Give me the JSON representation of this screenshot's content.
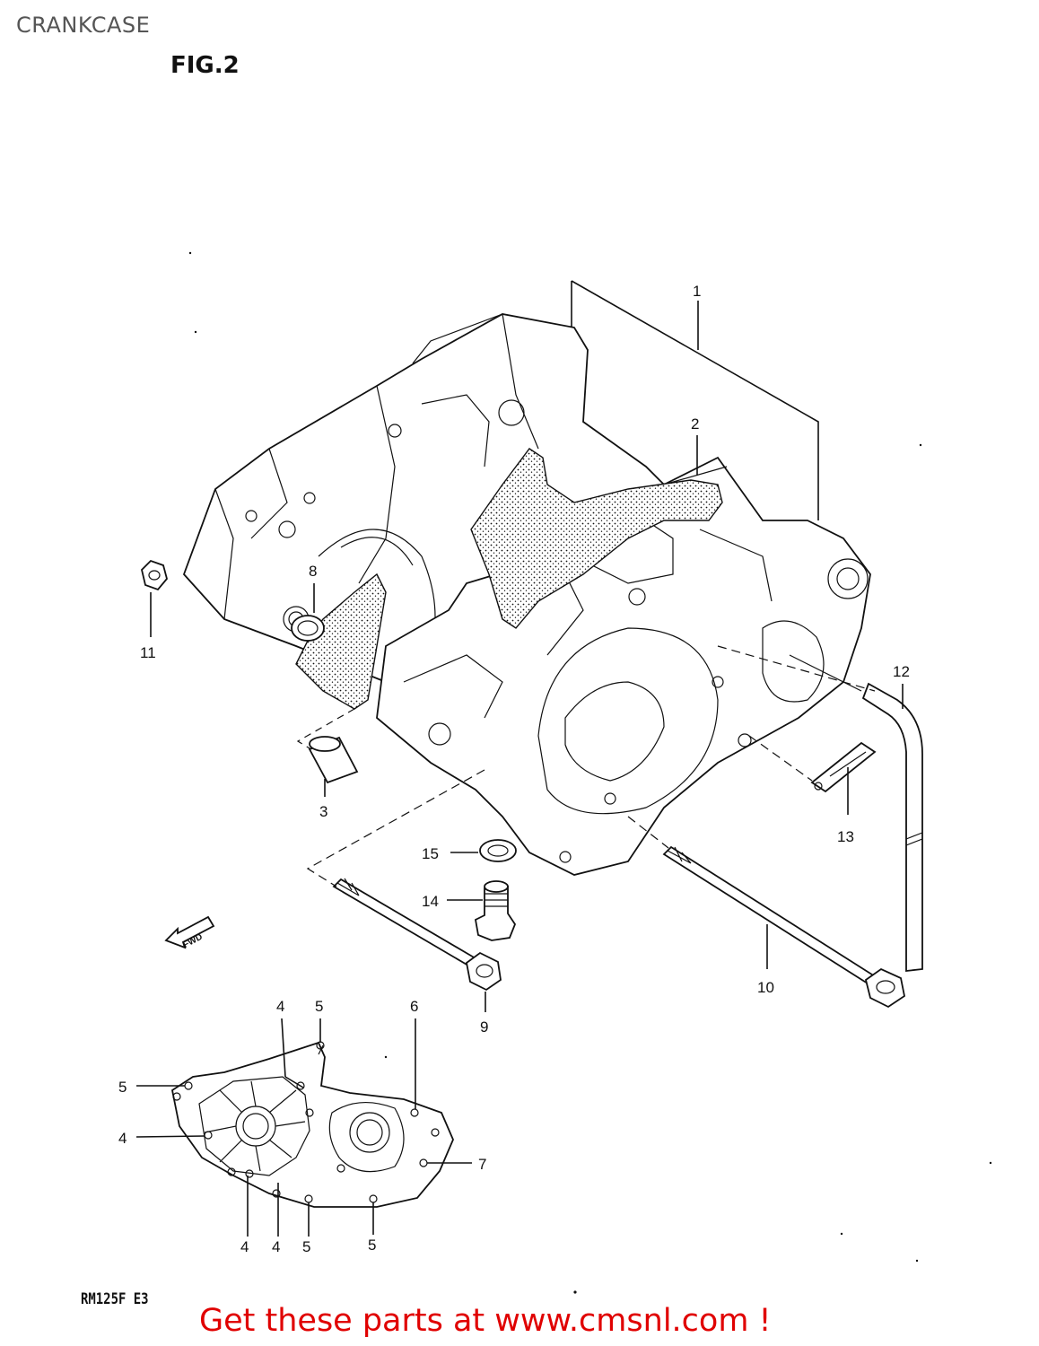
{
  "header": {
    "title": "CRANKCASE",
    "figure": "FIG.2"
  },
  "footer": {
    "model_code": "RM125F  E3",
    "promo_text": "Get these parts at www.cmsnl.com !"
  },
  "diagram": {
    "fwd_arrow_label": "FWD",
    "callouts": [
      "1",
      "2",
      "3",
      "8",
      "11",
      "12",
      "13",
      "15",
      "14",
      "10",
      "9",
      "4",
      "5",
      "6",
      "5",
      "4",
      "7",
      "4",
      "4",
      "5",
      "5"
    ]
  },
  "colors": {
    "promo": "#e00000",
    "title": "#555555",
    "line": "#111111"
  }
}
